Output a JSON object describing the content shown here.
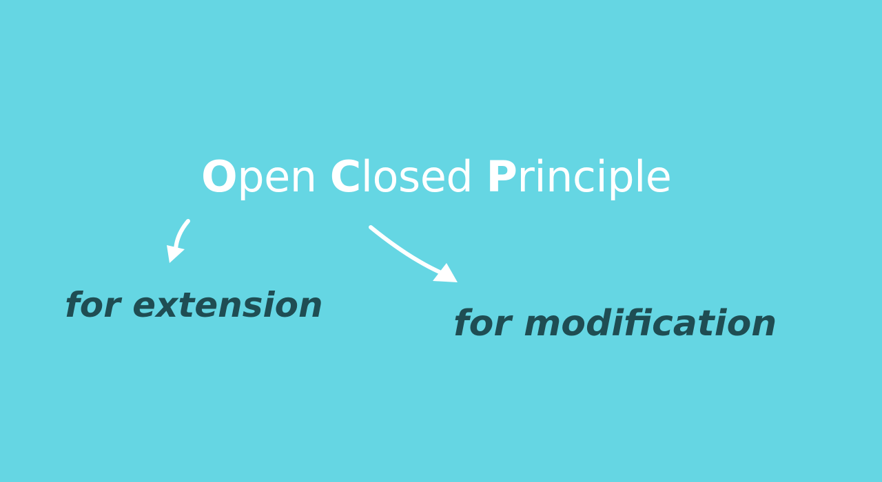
{
  "colors": {
    "background": "#65d6e3",
    "title": "#ffffff",
    "arrow": "#ffffff",
    "label": "#1f4d53"
  },
  "title": {
    "word1_initial": "O",
    "word1_rest": "pen",
    "word2_initial": "C",
    "word2_rest": "losed",
    "word3_initial": "P",
    "word3_rest": "rinciple"
  },
  "labels": {
    "open_branch": "for extension",
    "closed_branch": "for modification"
  },
  "icons": {
    "left_arrow": "curved-arrow-down-left-icon",
    "right_arrow": "curved-arrow-down-right-icon"
  }
}
